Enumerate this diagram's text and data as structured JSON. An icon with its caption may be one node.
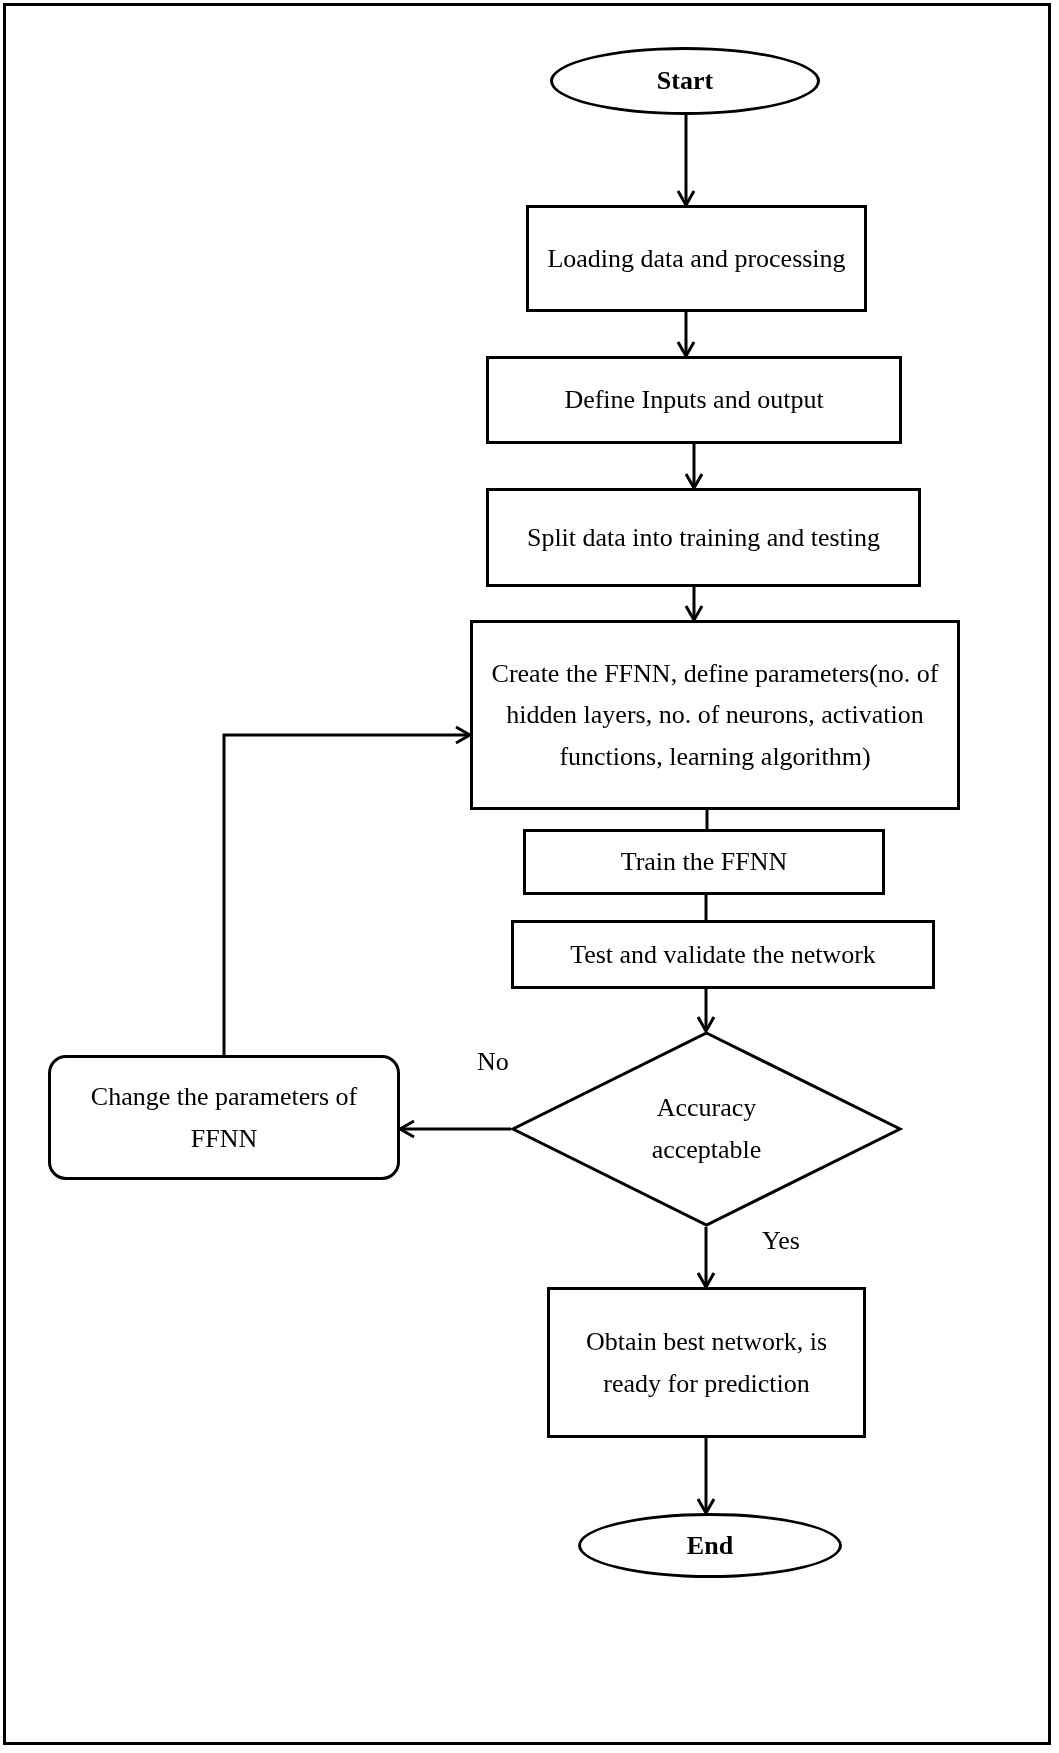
{
  "diagram": {
    "nodes": [
      {
        "text": [
          "Start"
        ]
      },
      {
        "text": [
          "Loading data and processing"
        ]
      },
      {
        "text": [
          "Define Inputs and output"
        ]
      },
      {
        "text": [
          "Split data into training and testing"
        ]
      },
      {
        "text": [
          "Create the FFNN, define parameters(no. of hidden layers, no. of neurons, activation functions, learning algorithm)"
        ]
      },
      {
        "text": [
          "Train the FFNN"
        ]
      },
      {
        "text": [
          "Test and validate the network"
        ]
      },
      {
        "text": [
          "Accuracy acceptable"
        ]
      },
      {
        "text": [
          "Change the parameters of FFNN"
        ]
      },
      {
        "text": [
          "Obtain best network, is ready for prediction"
        ]
      },
      {
        "text": [
          "End"
        ]
      }
    ],
    "edges": [
      {
        "from": 0,
        "to": 1,
        "arrow": "to"
      },
      {
        "from": 1,
        "to": 2,
        "arrow": "to"
      },
      {
        "from": 2,
        "to": 3,
        "arrow": "to"
      },
      {
        "from": 3,
        "to": 4,
        "arrow": "to"
      },
      {
        "from": 4,
        "to": 5,
        "arrow": "none"
      },
      {
        "from": 5,
        "to": 6,
        "arrow": "none"
      },
      {
        "from": 6,
        "to": 7,
        "arrow": "to"
      },
      {
        "from": 7,
        "to": 8,
        "arrow": "to",
        "label": "No"
      },
      {
        "from": 8,
        "to": 4,
        "arrow": "to"
      },
      {
        "from": 7,
        "to": 9,
        "arrow": "to",
        "label": "Yes"
      },
      {
        "from": 9,
        "to": 10,
        "arrow": "to"
      }
    ]
  }
}
